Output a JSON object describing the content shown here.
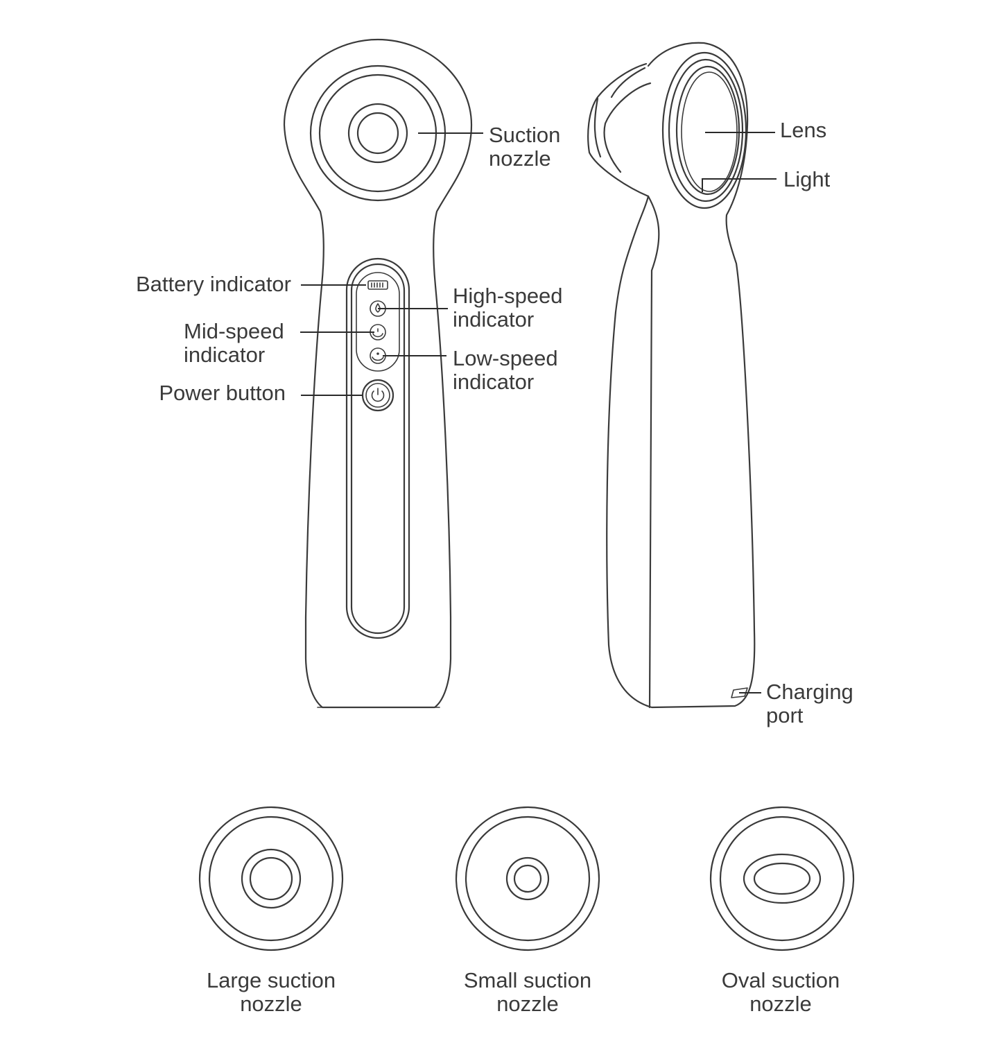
{
  "labels": {
    "suction_nozzle": "Suction\nnozzle",
    "lens": "Lens",
    "light": "Light",
    "battery_indicator": "Battery indicator",
    "high_speed_indicator": "High-speed\nindicator",
    "mid_speed_indicator": "Mid-speed\nindicator",
    "low_speed_indicator": "Low-speed\nindicator",
    "power_button": "Power button",
    "charging_port": "Charging\nport",
    "large_suction_nozzle": "Large suction\nnozzle",
    "small_suction_nozzle": "Small suction\nnozzle",
    "oval_suction_nozzle": "Oval suction\nnozzle"
  },
  "colors": {
    "line": "#3a3a3a",
    "text": "#3a3a3a",
    "background": "#ffffff"
  }
}
